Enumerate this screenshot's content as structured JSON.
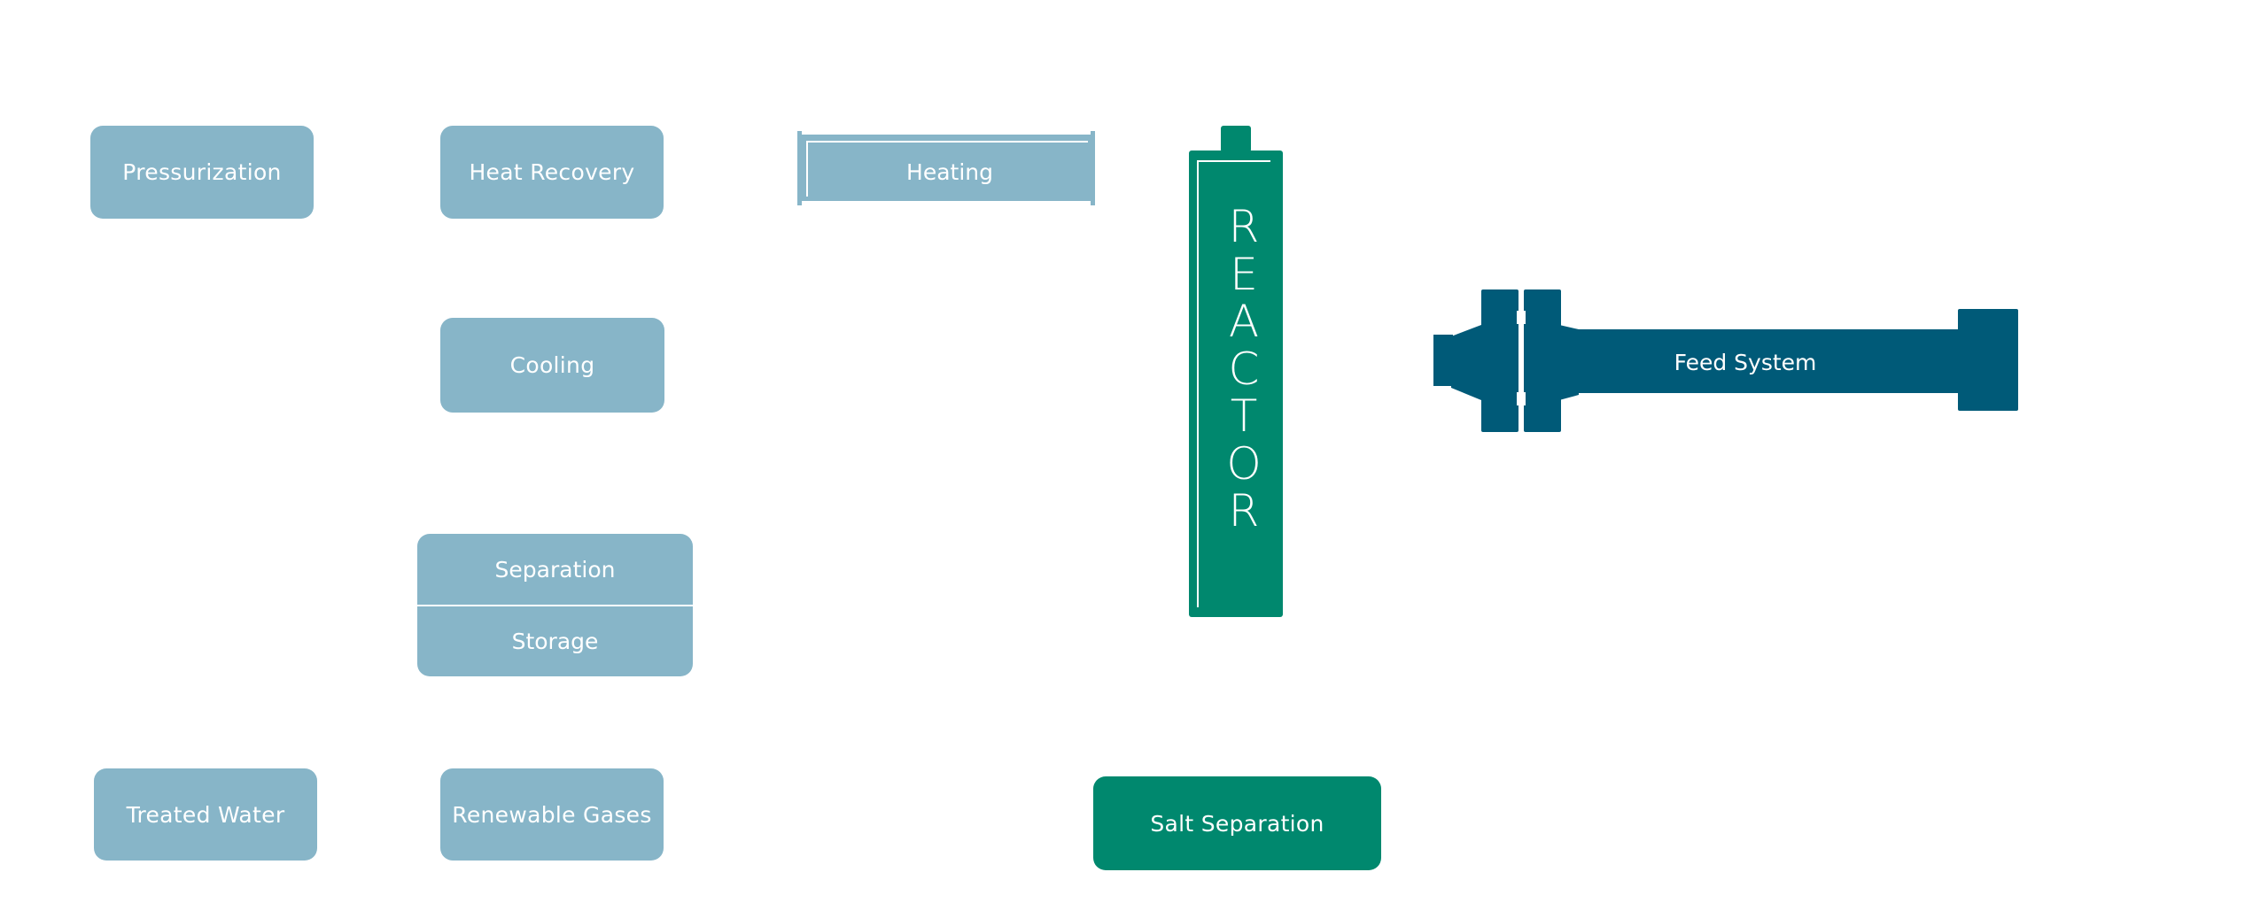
{
  "nodes": {
    "pressurization": "Pressurization",
    "heat_recovery": "Heat Recovery",
    "heating": "Heating",
    "cooling": "Cooling",
    "separation": "Separation",
    "storage": "Storage",
    "treated_water": "Treated Water",
    "renewable_gases": "Renewable Gases",
    "salt_separation": "Salt Separation",
    "feed_system": "Feed System",
    "reactor_letters": [
      "R",
      "E",
      "A",
      "C",
      "T",
      "O",
      "R"
    ]
  },
  "colors": {
    "light_blue": "#87b5c8",
    "teal": "#00886e",
    "dark_blue": "#005a78"
  }
}
